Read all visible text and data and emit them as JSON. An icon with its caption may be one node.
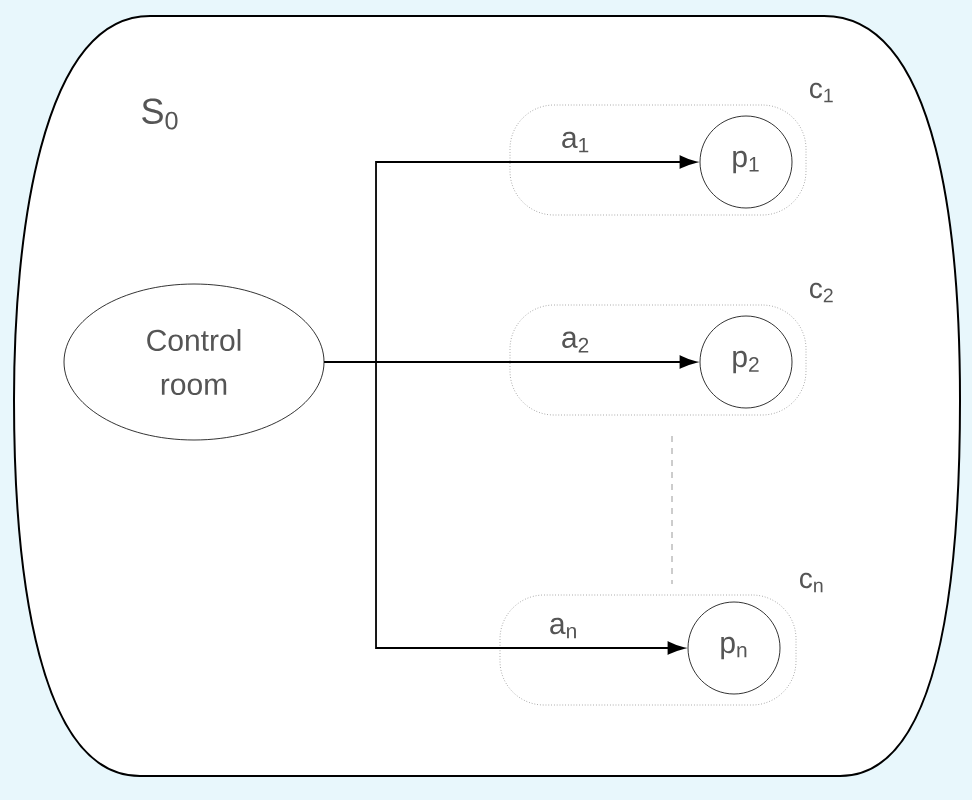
{
  "diagram": {
    "nodes": [
      {
        "text": [
          "S$_{0}$"
        ]
      },
      {
        "text": [
          "Control room"
        ],
        "in": 0
      },
      {
        "text": [
          "c$_{1}$"
        ],
        "in": 0
      },
      {
        "text": [
          "p$_{1}$"
        ],
        "in": 2
      },
      {
        "text": [
          "c$_{2}$"
        ],
        "in": 0
      },
      {
        "text": [
          "p$_{2}$"
        ],
        "in": 4
      },
      {
        "text": [
          "c$_{n}$"
        ],
        "in": 0
      },
      {
        "text": [
          "p$_{n}$"
        ],
        "in": 6
      }
    ],
    "edges": [
      {
        "from": 1,
        "to": 3,
        "arrow": "to",
        "label": "a$_{1}$"
      },
      {
        "from": 1,
        "to": 5,
        "arrow": "to",
        "label": "a$_{2}$"
      },
      {
        "from": 1,
        "to": 7,
        "arrow": "to",
        "label": "a$_{n}$"
      }
    ]
  }
}
